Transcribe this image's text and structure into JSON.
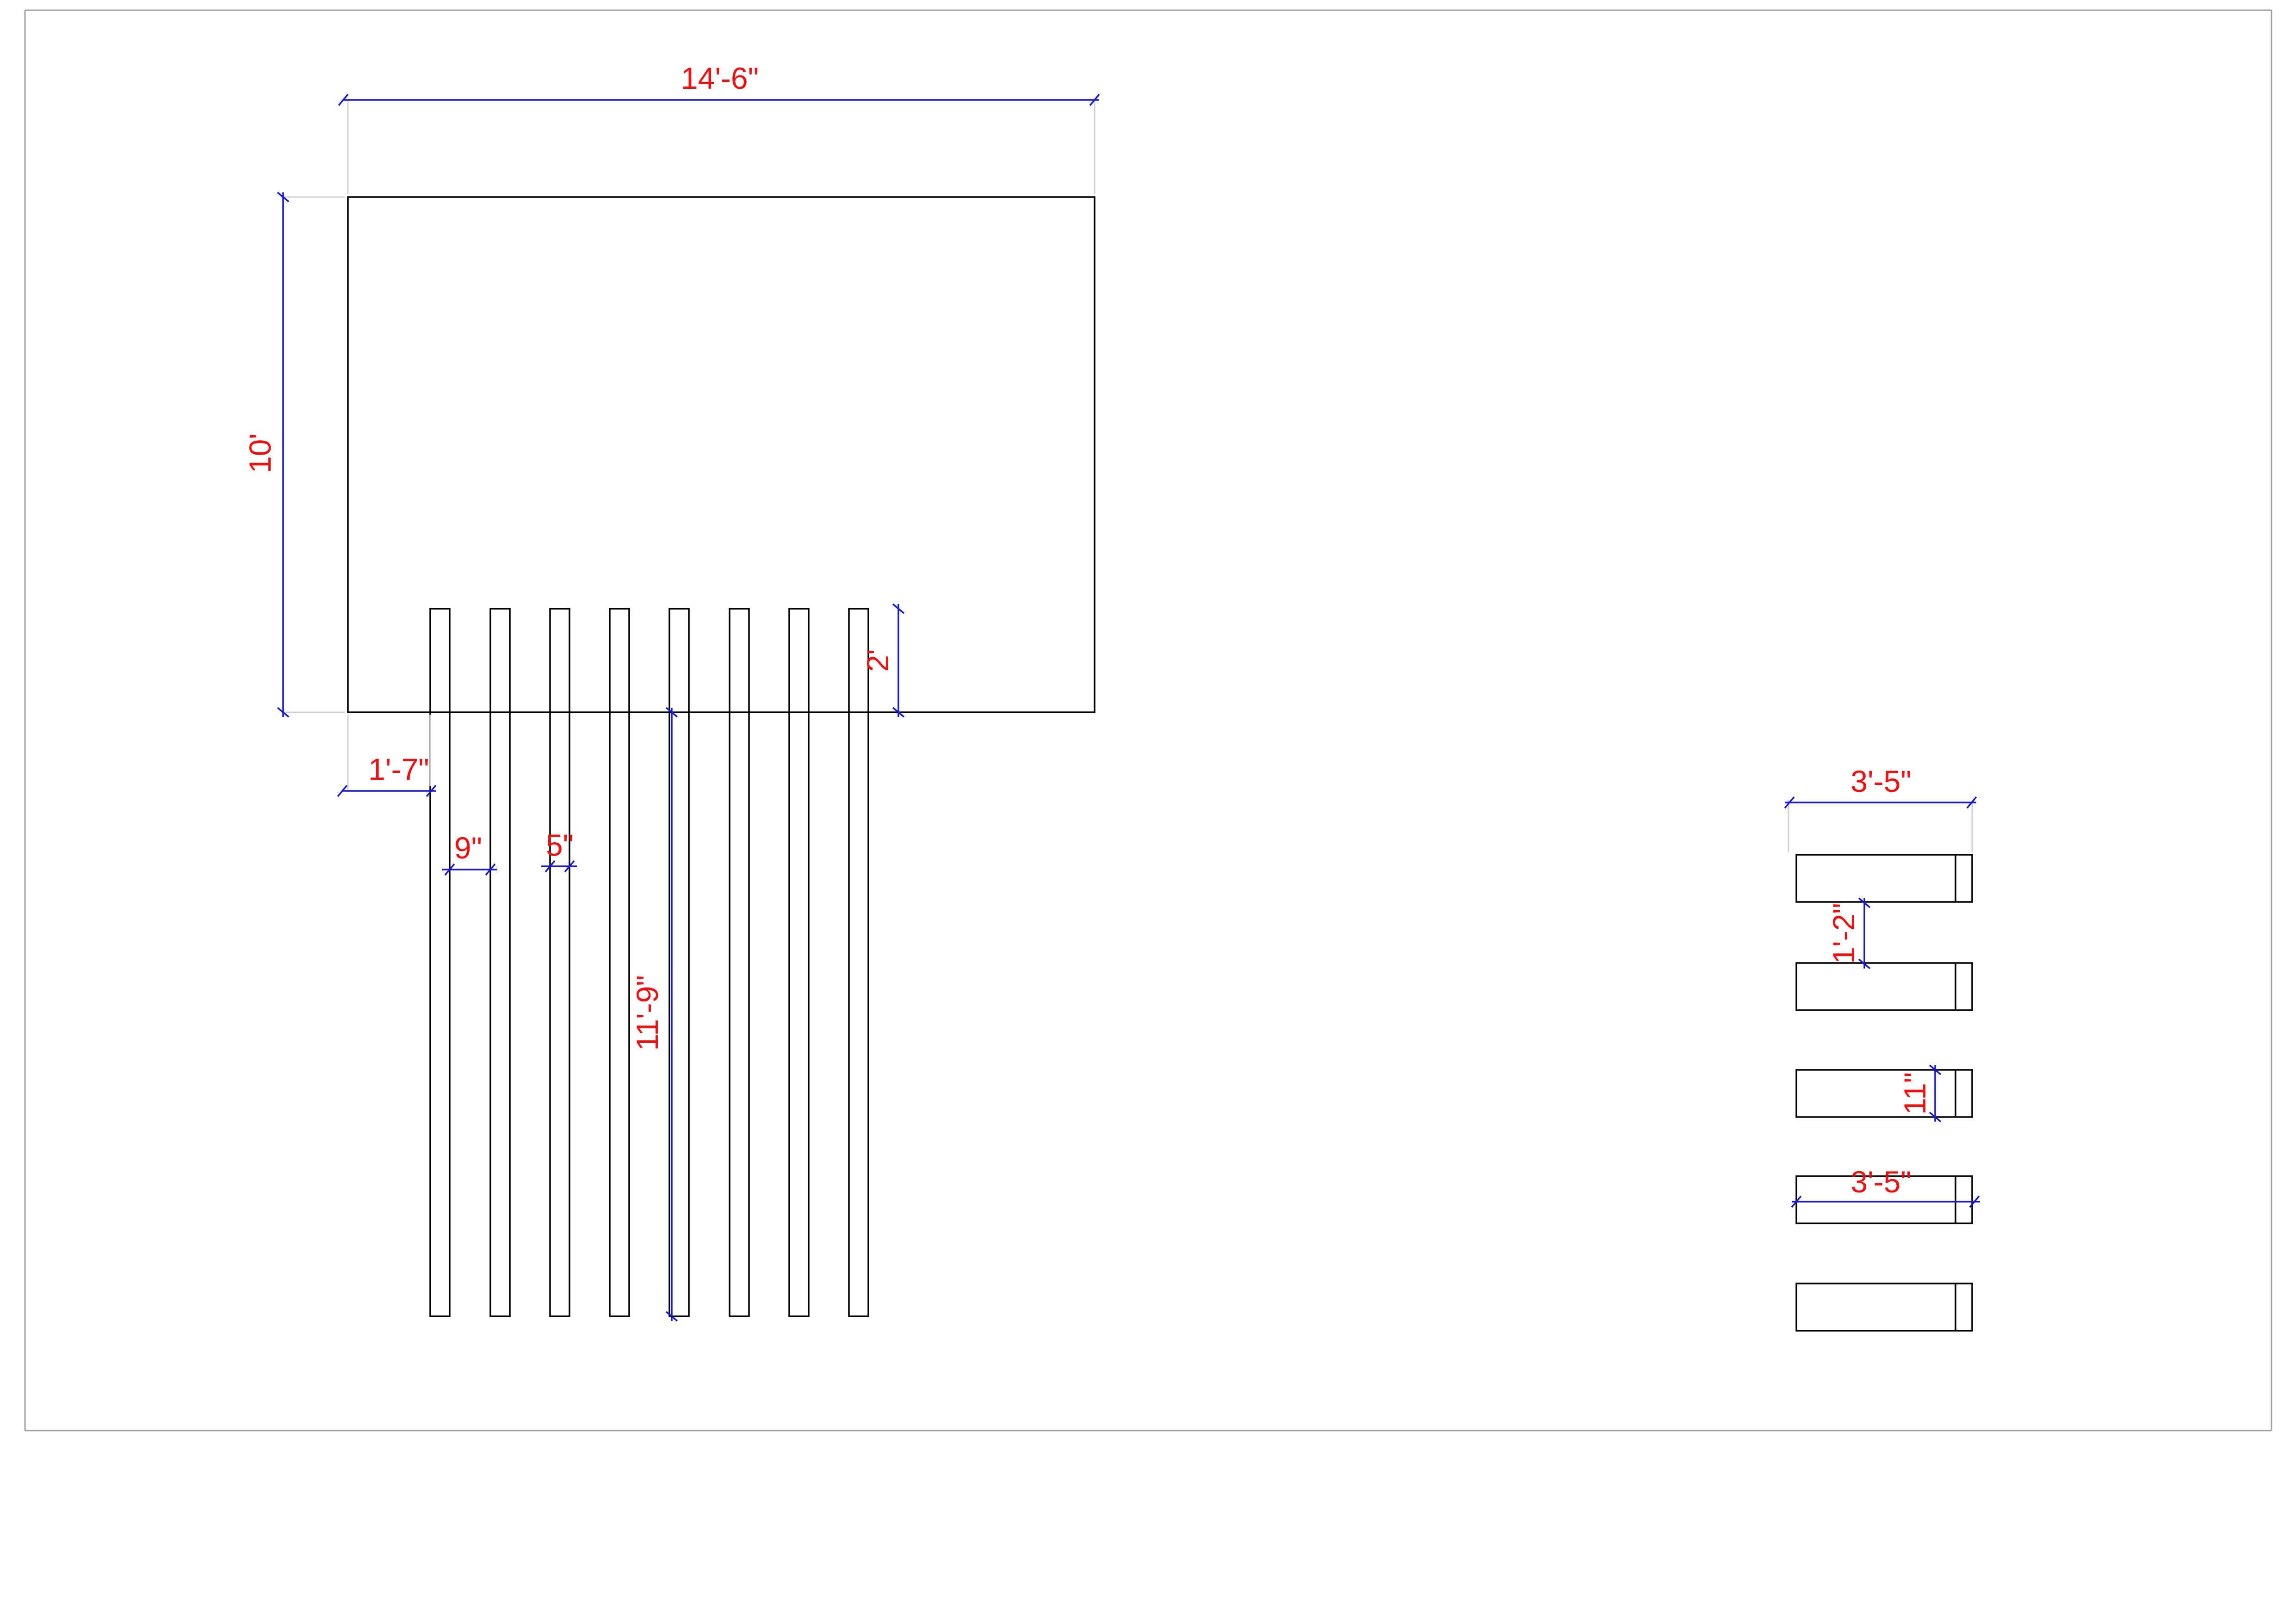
{
  "drawing": {
    "colors": {
      "geometry": "#000000",
      "dimension_line": "#1a1acc",
      "dimension_text": "#ee1111",
      "extension_line": "#d0d0d0",
      "frame": "#a0a0a0"
    },
    "dimensions": {
      "deck_width": "14'-6\"",
      "deck_depth": "10'",
      "board_overlap": "2'",
      "board_offset": "1'-7\"",
      "board_spacing": "9\"",
      "board_width": "5\"",
      "board_length": "11'-9\"",
      "step_width_top": "3'-5\"",
      "step_gap": "1'-2\"",
      "step_end_piece": "11\"",
      "step_width_bottom": "3'-5\""
    }
  }
}
